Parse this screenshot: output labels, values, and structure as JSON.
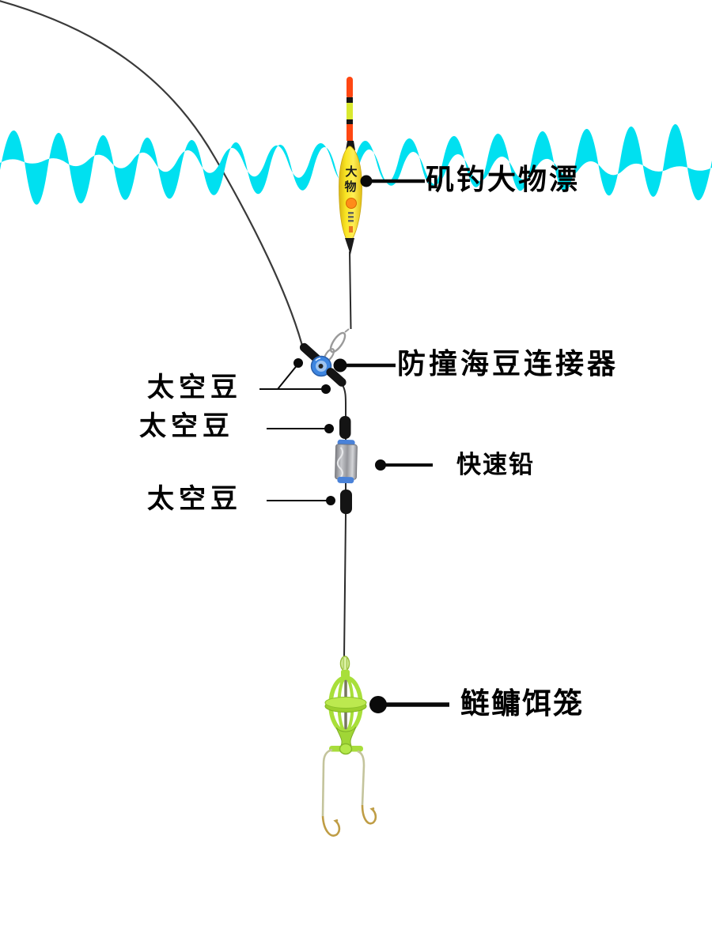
{
  "colors": {
    "water": "#00E0F0",
    "line": "#3a3a3a",
    "float_body_yellow": "#F7DE1E",
    "float_antenna_orange": "#FF4712",
    "float_antenna_green": "#D9E92F",
    "connector_blue": "#3D85E0",
    "lead_cap_blue": "#4A82D8",
    "lead_body_gray": "#9a9ba0",
    "cage_green": "#A8DF3A",
    "hook_gold": "#BF9D45",
    "label_text": "#000000"
  },
  "labels": {
    "float": {
      "text": "矶钓大物漂"
    },
    "connector": {
      "text": "防撞海豆连接器"
    },
    "bean_top": {
      "text": "太空豆"
    },
    "bean_mid": {
      "text": "太空豆"
    },
    "bean_bottom": {
      "text": "太空豆"
    },
    "lead": {
      "text": "快速铅"
    },
    "cage": {
      "text": "鲢鳙饵笼"
    }
  },
  "float_markings": {
    "chars": [
      "大",
      "物"
    ]
  }
}
